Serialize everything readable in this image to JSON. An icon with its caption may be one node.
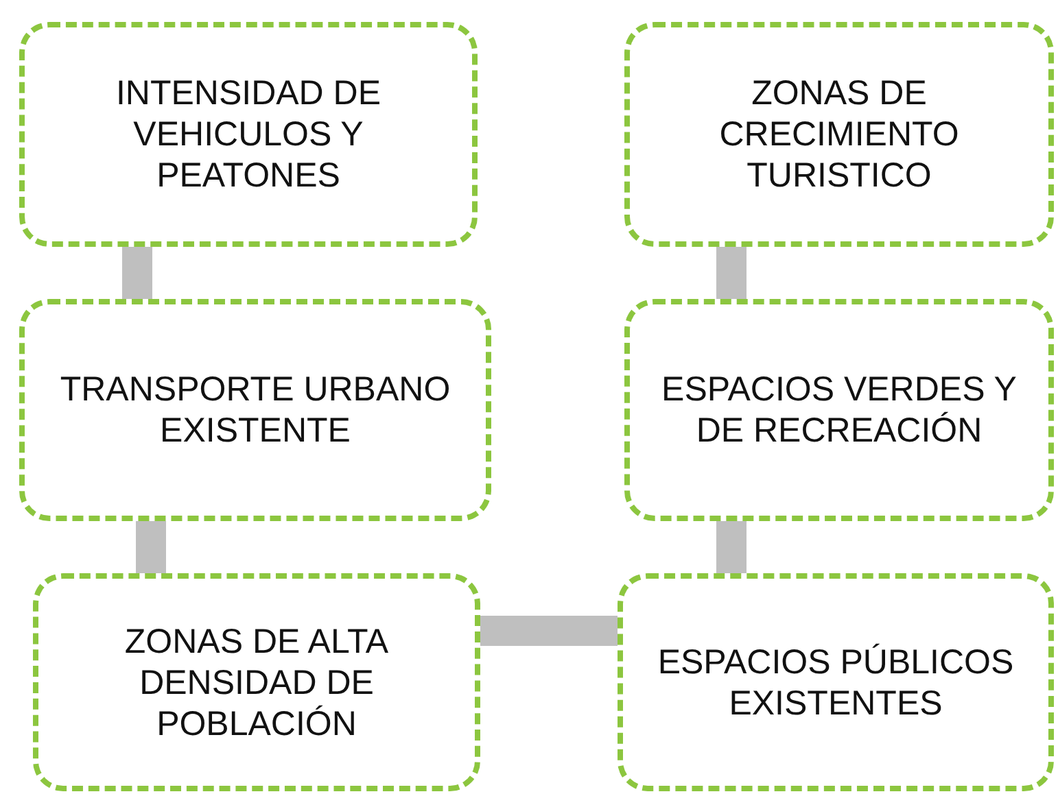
{
  "diagram": {
    "nodes": [
      {
        "text": [
          "INTENSIDAD DE VEHICULOS Y PEATONES"
        ]
      },
      {
        "text": [
          "ZONAS DE CRECIMIENTO TURISTICO"
        ]
      },
      {
        "text": [
          "TRANSPORTE URBANO EXISTENTE"
        ]
      },
      {
        "text": [
          "ESPACIOS VERDES Y DE RECREACIÓN"
        ]
      },
      {
        "text": [
          "ZONAS DE ALTA DENSIDAD DE POBLACIÓN"
        ]
      },
      {
        "text": [
          "ESPACIOS PÚBLICOS EXISTENTES"
        ]
      }
    ],
    "edges": [
      {
        "from": 0,
        "to": 2,
        "arrow": "none"
      },
      {
        "from": 2,
        "to": 4,
        "arrow": "none"
      },
      {
        "from": 4,
        "to": 5,
        "arrow": "none"
      },
      {
        "from": 5,
        "to": 3,
        "arrow": "none"
      },
      {
        "from": 3,
        "to": 1,
        "arrow": "none"
      }
    ]
  }
}
